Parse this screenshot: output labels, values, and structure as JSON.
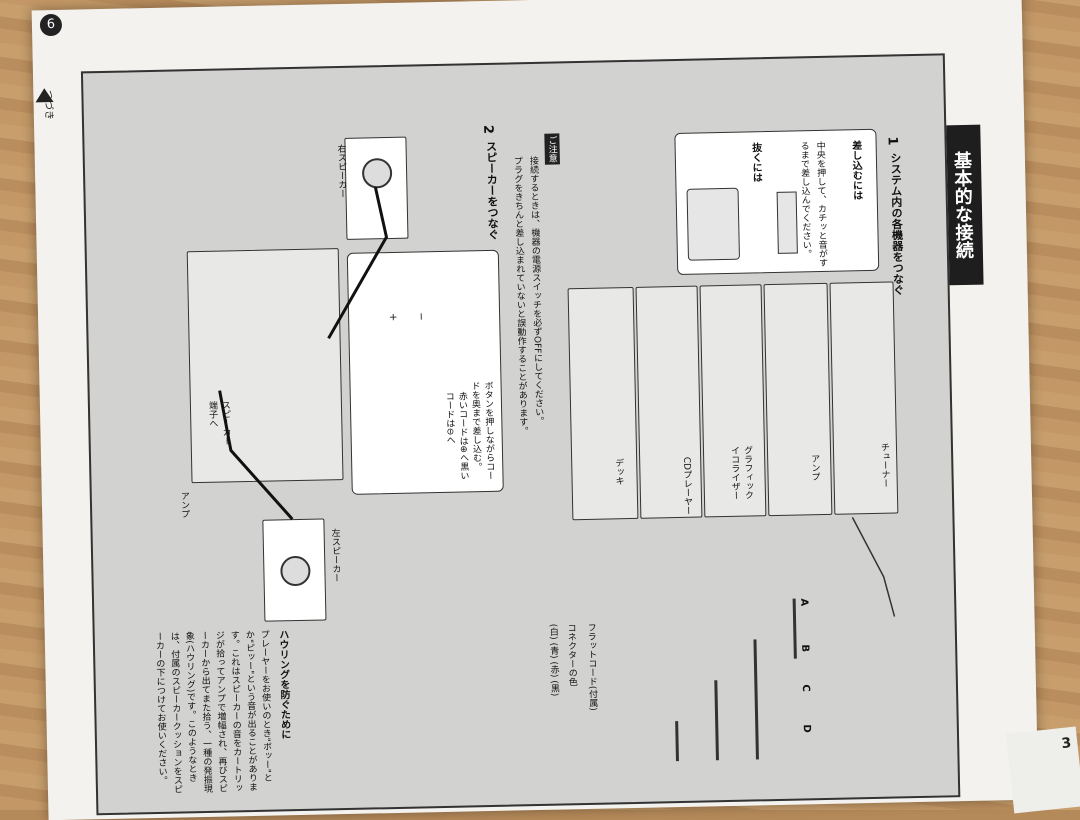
{
  "page": {
    "page_number": "6",
    "continued_label": "つづき",
    "title": "基本的な接続",
    "right_page_number": "3"
  },
  "section1": {
    "number": "1",
    "heading": "システム内の各機器をつなぐ",
    "insert": {
      "title": "差し込むには",
      "body": "中央を押して、カチッと音がするまで差し込んでください。"
    },
    "remove": {
      "title": "抜くには"
    },
    "components": {
      "tuner": "チューナー",
      "amp": "アンプ",
      "eq": "グラフィックイコライザー",
      "cd": "CDプレーヤー",
      "deck": "デッキ"
    },
    "connector_letters": [
      "A",
      "B",
      "C",
      "D"
    ],
    "flat_cord": "フラットコード(付属)",
    "connector_colors_label": "コネクターの色",
    "connector_colors": "(白) (青) (赤) (黒)"
  },
  "caution": {
    "label": "ご注意",
    "items": [
      "接続するときは、機器の電源スイッチを必ずOFFにしてください。",
      "プラグをきちんと差し込まれていないと誤動作することがあります。"
    ]
  },
  "section2": {
    "number": "2",
    "heading": "スピーカーをつなぐ",
    "right_speaker": "右スピーカー",
    "left_speaker": "左スピーカー",
    "amp": "アンプ",
    "terminal": "スピーカー端子へ",
    "push_note": "ボタンを押しながらコードを奥まで差し込む。",
    "polarity_note": "赤いコードは⊕へ黒いコードは⊖へ",
    "plus": "+",
    "minus": "−"
  },
  "howling": {
    "title": "ハウリングを防ぐために",
    "body": "プレーヤーをお使いのとき\"ボッー\"とか\"ピッー\"という音が出ることがあります。これはスピーカーの音をカートリッジが拾ってアンプで増幅され、再びスピーカーから出てまた拾う、一種の発振現象(ハウリング)です。このようなときは、付属のスピーカークッションをスピーカーの下につけてお使いください。"
  }
}
